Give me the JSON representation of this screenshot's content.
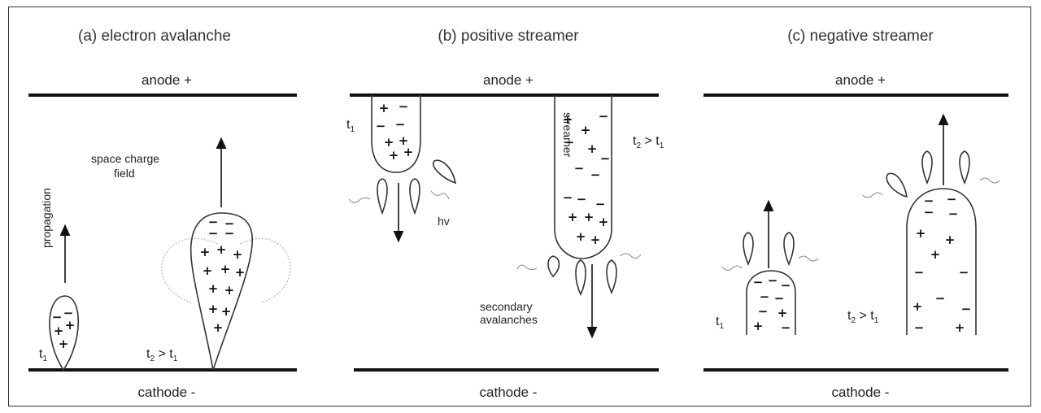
{
  "panels": [
    {
      "title": "(a) electron avalanche",
      "anode": "anode +",
      "cathode": "cathode -",
      "labels": {
        "propagation": "propagation",
        "space_charge": "space charge",
        "field": "field",
        "t1": "t",
        "t1_sub": "1",
        "t2": "t",
        "t2_sub": "2",
        "gt": " > t",
        "gt_sub": "1"
      }
    },
    {
      "title": "(b) positive streamer",
      "anode": "anode +",
      "cathode": "cathode -",
      "labels": {
        "t1": "t",
        "t1_sub": "1",
        "t2": "t",
        "t2_sub": "2",
        "gt": " > t",
        "gt_sub": "1",
        "streamer": "streamer",
        "hv": "hv",
        "secondary": "secondary",
        "avalanches": "avalanches"
      }
    },
    {
      "title": "(c) negative streamer",
      "anode": "anode +",
      "cathode": "cathode -",
      "labels": {
        "t1": "t",
        "t1_sub": "1",
        "t2": "t",
        "t2_sub": "2",
        "gt": " > t",
        "gt_sub": "1"
      }
    }
  ],
  "symbols": {
    "plus": "+",
    "minus": "−"
  }
}
